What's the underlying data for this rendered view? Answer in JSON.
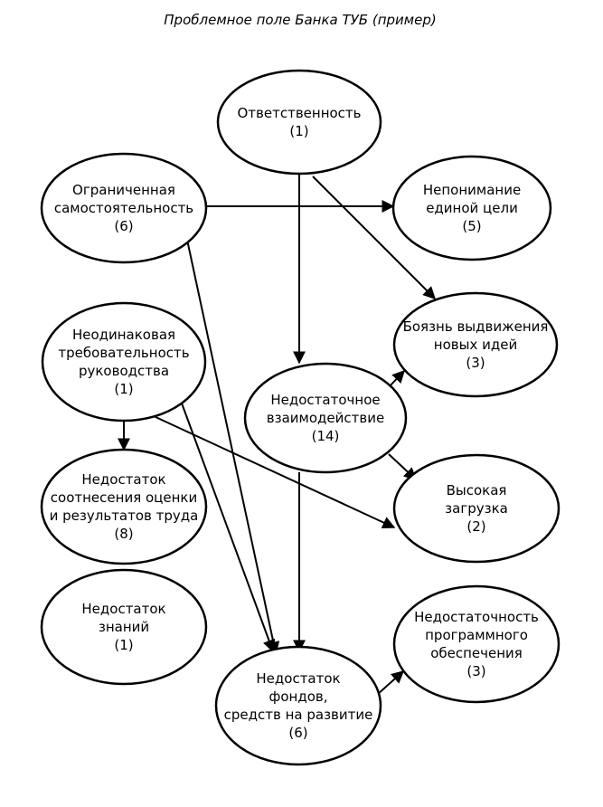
{
  "title": "Проблемное поле Банка ТУБ (пример)",
  "nodes": [
    {
      "id": "responsibility",
      "lines": [
        "Ответственность",
        "(1)"
      ]
    },
    {
      "id": "limited-autonomy",
      "lines": [
        "Ограниченная",
        "самостоятельность",
        "(6)"
      ]
    },
    {
      "id": "common-goal",
      "lines": [
        "Непонимание",
        "единой цели",
        "(5)"
      ]
    },
    {
      "id": "fear-of-ideas",
      "lines": [
        "Боязнь выдвижения",
        "новых идей",
        "(3)"
      ]
    },
    {
      "id": "unequal-demands",
      "lines": [
        "Неодинаковая",
        "требовательность",
        "руководства",
        "(1)"
      ]
    },
    {
      "id": "insufficient-interaction",
      "lines": [
        "Недостаточное",
        "взаимодействие",
        "(14)"
      ]
    },
    {
      "id": "high-workload",
      "lines": [
        "Высокая",
        "загрузка",
        "(2)"
      ]
    },
    {
      "id": "assessment-mismatch",
      "lines": [
        "Недостаток",
        "соотнесения оценки",
        "и результатов труда",
        "(8)"
      ]
    },
    {
      "id": "lack-of-knowledge",
      "lines": [
        "Недостаток",
        "знаний",
        "(1)"
      ]
    },
    {
      "id": "software",
      "lines": [
        "Недостаточность",
        "программного",
        "обеспечения",
        "(3)"
      ]
    },
    {
      "id": "lack-of-funds",
      "lines": [
        "Недостаток",
        "фондов,",
        "средств на развитие",
        "(6)"
      ]
    }
  ],
  "edges": [
    {
      "from": "limited-autonomy",
      "to": "common-goal"
    },
    {
      "from": "limited-autonomy",
      "to": "lack-of-funds"
    },
    {
      "from": "responsibility",
      "to": "insufficient-interaction"
    },
    {
      "from": "responsibility",
      "to": "fear-of-ideas"
    },
    {
      "from": "unequal-demands",
      "to": "assessment-mismatch"
    },
    {
      "from": "unequal-demands",
      "to": "high-workload"
    },
    {
      "from": "unequal-demands",
      "to": "lack-of-funds"
    },
    {
      "from": "insufficient-interaction",
      "to": "fear-of-ideas"
    },
    {
      "from": "insufficient-interaction",
      "to": "high-workload"
    },
    {
      "from": "insufficient-interaction",
      "to": "lack-of-funds"
    },
    {
      "from": "lack-of-funds",
      "to": "software"
    }
  ]
}
